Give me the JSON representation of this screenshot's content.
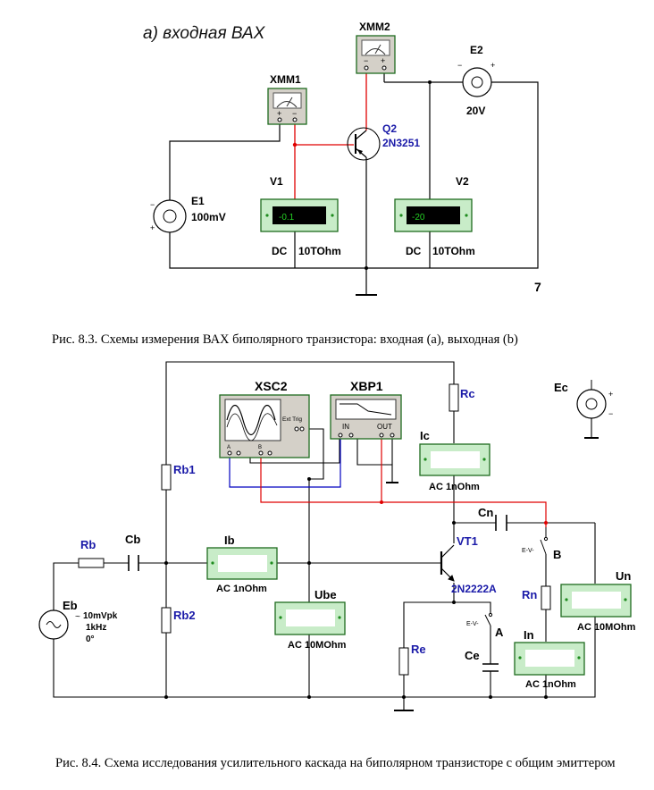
{
  "circuit_a": {
    "title": "а) входная ВАХ",
    "xmm1": "XMM1",
    "xmm2": "XMM2",
    "plus": "+",
    "minus": "−",
    "e1_label": "E1",
    "e1_value": "100mV",
    "e2_label": "E2",
    "e2_value": "20V",
    "q2_label": "Q2",
    "q2_model": "2N3251",
    "v1_label": "V1",
    "v1_reading": "-0.1",
    "v1_mode": "DC",
    "v1_res": "10TOhm",
    "v2_label": "V2",
    "v2_reading": "-20",
    "v2_mode": "DC",
    "v2_res": "10TOhm",
    "stray_mark": "7"
  },
  "caption_1": "Рис. 8.3. Схемы измерения ВАХ биполярного транзистора:  входная (а), выходная (b)",
  "circuit_b": {
    "xsc2": "XSC2",
    "xbp1": "XBP1",
    "ext_trig": "Ext Trig",
    "in": "IN",
    "out": "OUT",
    "scope_a": "A",
    "scope_b": "B",
    "rc": "Rc",
    "ec": "Ec",
    "ic": "Ic",
    "ic_mode": "AC  1nOhm",
    "rb1": "Rb1",
    "rb2": "Rb2",
    "rb": "Rb",
    "cb": "Cb",
    "ib": "Ib",
    "ib_mode": "AC  1nOhm",
    "ube": "Ube",
    "ube_mode": "AC  10MOhm",
    "cn": "Cn",
    "vt1": "VT1",
    "vt1_model": "2N2222A",
    "switch_b": "B",
    "switch_a": "A",
    "key_label": "E-V-",
    "rn": "Rn",
    "un": "Un",
    "un_mode": "AC  10MOhm",
    "in_meter": "In",
    "in_mode": "AC  1nOhm",
    "re": "Re",
    "ce": "Ce",
    "eb": "Eb",
    "eb_amp": "10mVpk",
    "eb_freq": "1kHz",
    "eb_phase": "0°"
  },
  "caption_2": "Рис. 8.4. Схема исследования усилительного каскада на биполярном транзисторе    с общим эмиттером",
  "colors": {
    "wire": "#000000",
    "red_wire": "#e00000",
    "blue_wire": "#0000c0",
    "label_blue": "#1a1aa8",
    "meter_panel": "#c8ecc8",
    "meter_border": "#1e6b1e",
    "lcd_bg": "#000000",
    "lcd_text": "#24d024",
    "instrument_bg": "#d4d0c8"
  }
}
